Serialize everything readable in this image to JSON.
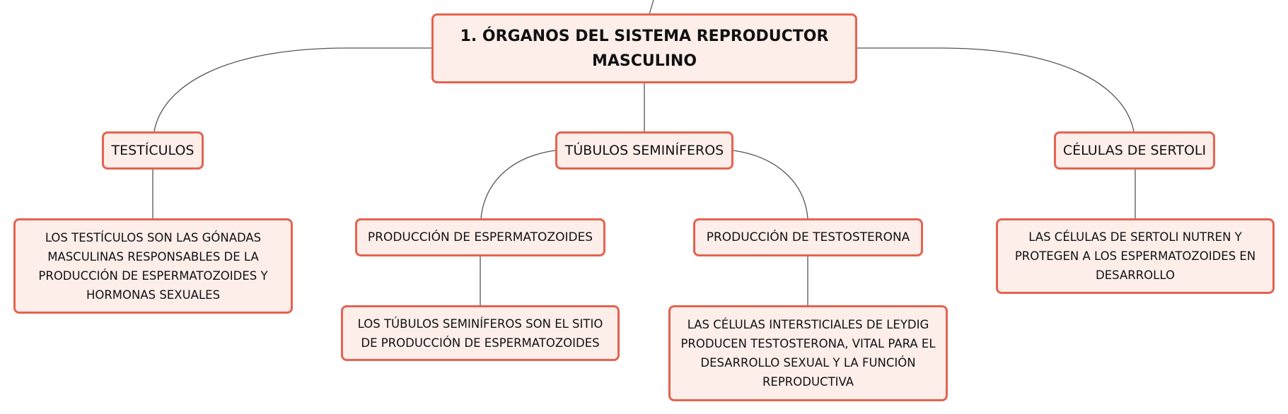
{
  "diagram": {
    "root": {
      "label": "1. ÓRGANOS DEL SISTEMA REPRODUCTOR MASCULINO"
    },
    "branches": {
      "testiculos": {
        "label": "TESTÍCULOS",
        "description": "LOS TESTÍCULOS SON LAS GÓNADAS MASCULINAS RESPONSABLES DE LA PRODUCCIÓN DE ESPERMATOZOIDES Y HORMONAS SEXUALES"
      },
      "tubulos": {
        "label": "TÚBULOS SEMINÍFEROS",
        "children": {
          "espermatozoides": {
            "label": "PRODUCCIÓN DE ESPERMATOZOIDES",
            "description": "LOS TÚBULOS SEMINÍFEROS SON EL SITIO DE PRODUCCIÓN DE ESPERMATOZOIDES"
          },
          "testosterona": {
            "label": "PRODUCCIÓN DE TESTOSTERONA",
            "description": "LAS CÉLULAS INTERSTICIALES DE LEYDIG PRODUCEN TESTOSTERONA, VITAL PARA EL DESARROLLO SEXUAL Y LA FUNCIÓN REPRODUCTIVA"
          }
        }
      },
      "sertoli": {
        "label": "CÉLULAS DE SERTOLI",
        "description": "LAS CÉLULAS DE SERTOLI NUTREN Y PROTEGEN A LOS ESPERMATOZOIDES EN DESARROLLO"
      }
    },
    "colors": {
      "node_border": "#e56350",
      "node_fill": "#fdeeea",
      "connector": "#555555",
      "text": "#111111"
    }
  }
}
